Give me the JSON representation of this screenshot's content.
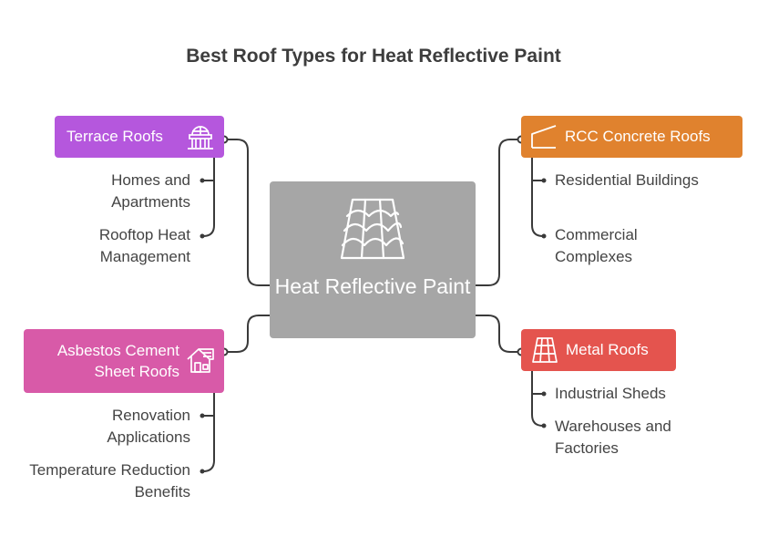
{
  "title": "Best Roof Types for Heat Reflective Paint",
  "center": {
    "label": "Heat Reflective Paint",
    "color": "#a6a6a6"
  },
  "branches": [
    {
      "label": "Terrace Roofs",
      "color": "#b557dd",
      "icon": "building-dome-icon",
      "items": [
        "Homes and Apartments",
        "Rooftop Heat Management"
      ]
    },
    {
      "label": "RCC Concrete Roofs",
      "color": "#e0822e",
      "icon": "slanted-roof-icon",
      "items": [
        "Residential Buildings",
        "Commercial Complexes"
      ]
    },
    {
      "label": "Asbestos Cement Sheet Roofs",
      "color": "#d85aa8",
      "icon": "house-sheet-icon",
      "items": [
        "Renovation Applications",
        "Temperature Reduction Benefits"
      ]
    },
    {
      "label": "Metal Roofs",
      "color": "#e4544e",
      "icon": "metal-grid-icon",
      "items": [
        "Industrial Sheds",
        "Warehouses and Factories"
      ]
    }
  ]
}
